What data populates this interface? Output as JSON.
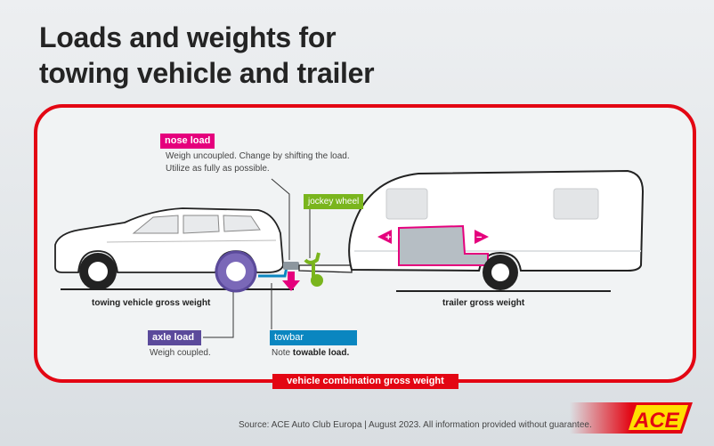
{
  "title": {
    "line1": "Loads and weights for",
    "line2": "towing vehicle and trailer"
  },
  "labels": {
    "nose_load": {
      "badge": "nose load",
      "line1": "Weigh uncoupled. Change by shifting the load.",
      "line2": "Utilize as fully as possible."
    },
    "jockey_wheel": {
      "badge": "jockey wheel"
    },
    "axle_load": {
      "badge": "axle load",
      "text": "Weigh coupled."
    },
    "towbar": {
      "badge": "towbar",
      "text_prefix": "Note",
      "text_bold": "towable load."
    },
    "towing_vehicle_gross_weight": "towing vehicle gross weight",
    "trailer_gross_weight": "trailer gross weight",
    "vehicle_combination_gross_weight": "vehicle combination gross weight",
    "shift_plus": "+",
    "shift_minus": "−"
  },
  "footer": {
    "source": "Source: ACE Auto Club Europa | August 2023. All information provided without guarantee.",
    "logo": "ACE"
  },
  "colors": {
    "nose_load": "#e5007d",
    "jockey_wheel": "#7ab51d",
    "axle_load": "#5b4a9b",
    "towbar": "#0a86c0",
    "frame": "#e30613"
  }
}
